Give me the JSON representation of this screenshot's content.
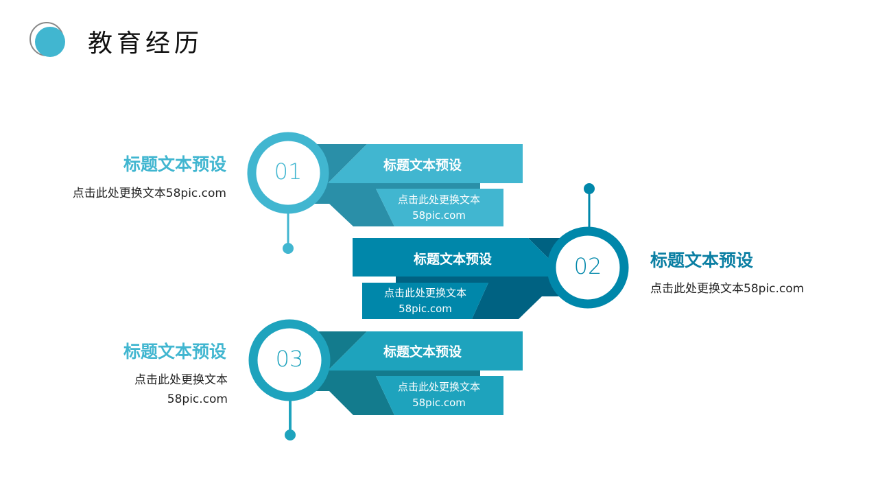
{
  "header": {
    "title": "教育经历",
    "icon": "circle-logo-icon"
  },
  "colors": {
    "item1": "#41b6d0",
    "item1_dark": "#2a8fa8",
    "item2": "#0087aa",
    "item2_dark": "#006282",
    "item3": "#1ea3bd",
    "item3_dark": "#137b8d"
  },
  "items": [
    {
      "number": "01",
      "band_title": "标题文本预设",
      "band_text_1": "点击此处更换文本",
      "band_text_2": "58pic.com",
      "side_title": "标题文本预设",
      "side_text": "点击此处更换文本58pic.com"
    },
    {
      "number": "02",
      "band_title": "标题文本预设",
      "band_text_1": "点击此处更换文本",
      "band_text_2": "58pic.com",
      "side_title": "标题文本预设",
      "side_text": "点击此处更换文本58pic.com"
    },
    {
      "number": "03",
      "band_title": "标题文本预设",
      "band_text_1": "点击此处更换文本",
      "band_text_2": "58pic.com",
      "side_title": "标题文本预设",
      "side_text_1": "点击此处更换文本",
      "side_text_2": "58pic.com"
    }
  ]
}
